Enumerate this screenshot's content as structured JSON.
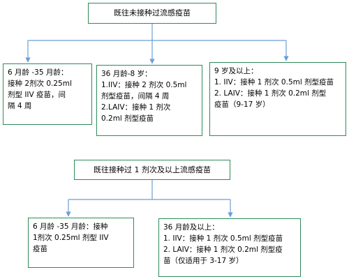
{
  "section1": {
    "title": "既往未接种过流感疫苗",
    "boxes": [
      {
        "heading": "6 月龄 -35 月龄：",
        "lines": [
          "接种 2剂次 0.25ml",
          "剂型 IIV 疫苗，间",
          "隔 4 周"
        ]
      },
      {
        "heading": "36 月龄-8 岁：",
        "lines": [
          "1.IIV：接种 2 剂次 0.5ml",
          "剂型疫苗，间隔 4 周",
          "2.LAIV：接种 1 剂次",
          "0.2ml 剂型疫苗"
        ]
      },
      {
        "heading": "9 岁及以上：",
        "lines": [
          "1.    IIV：接种 1 剂次 0.5ml 剂型疫苗",
          "2.    LAIV：接种 1 剂次 0.2ml 剂型",
          "疫苗（9-17 岁）"
        ]
      }
    ]
  },
  "section2": {
    "title": "既往接种过 1 剂次及以上流感疫苗",
    "boxes": [
      {
        "heading": "6 月龄 -35 月龄：接种",
        "lines": [
          "1剂次 0.25ml 剂型 IIV",
          "疫苗"
        ]
      },
      {
        "heading": "36 月龄及以上：",
        "lines": [
          "1.    IIV：接种 1 剂次 0.5ml 剂型疫苗",
          "2.    LAIV：接种 1 剂次 0.2ml 剂型疫",
          "苗（仅适用于 3-17 岁）"
        ]
      }
    ]
  }
}
